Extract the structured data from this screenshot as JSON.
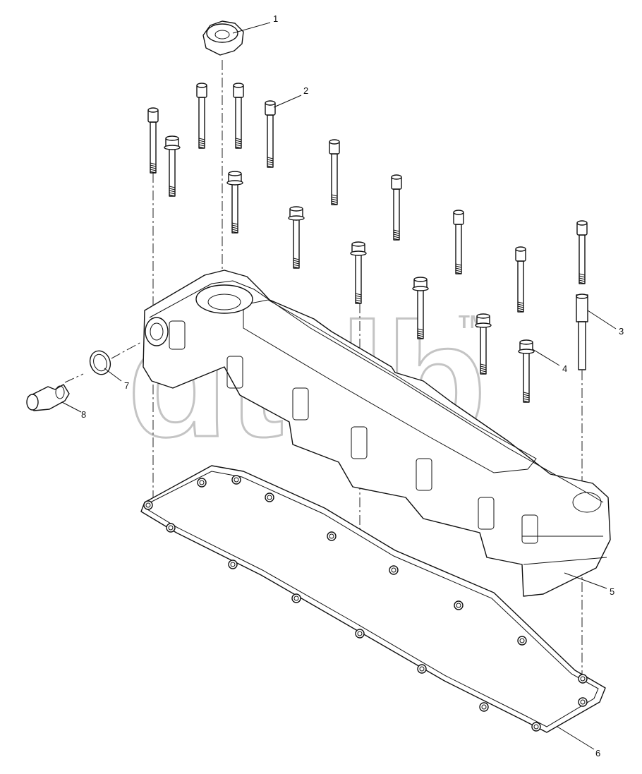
{
  "watermark": {
    "text": "dtdb",
    "mark": "TM"
  },
  "callouts": [
    "1",
    "2",
    "3",
    "4",
    "5",
    "6",
    "7",
    "8"
  ],
  "icons": [
    "oil-filler-cap-icon",
    "bolt-icon",
    "spacer-icon",
    "valve-cover-icon",
    "gasket-icon",
    "o-ring-icon",
    "fitting-icon"
  ]
}
